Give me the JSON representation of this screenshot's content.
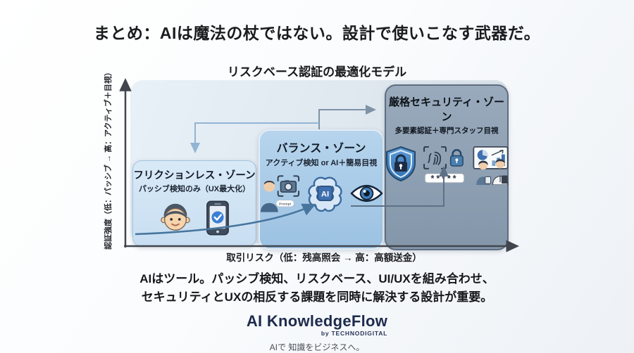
{
  "page": {
    "main_title": "まとめ：AIは魔法の杖ではない。設計で使いこなす武器だ。"
  },
  "chart": {
    "title": "リスクベース認証の最適化モデル",
    "y_axis_label": "認証強度（低：パッシブ → 高：アクティブ＋目視）",
    "x_axis_label": "取引リスク（低：残高照会 → 高：高額送金）",
    "zones": [
      {
        "title": "フリクションレス・ゾーン",
        "subtitle": "パッシブ検知のみ（UX最大化）",
        "icons": [
          "face-icon",
          "phone-check-icon"
        ]
      },
      {
        "title": "バランス・ゾーン",
        "subtitle": "アクティブ検知 or AI＋簡易目視",
        "icons": [
          "person-camera-icon",
          "ai-brain-icon",
          "eye-icon"
        ],
        "camera_label": "Prompt",
        "ai_chip": "AI"
      },
      {
        "title": "厳格セキュリティ・ゾーン",
        "subtitle": "多要素認証＋専門スタッフ目視",
        "icons": [
          "shield-lock-icon",
          "fingerprint-auth-icon",
          "staff-review-icon"
        ],
        "password_mask": "*****"
      }
    ],
    "colors": {
      "zone1_fill": "#cfe3f3",
      "zone2_fill": "#a9cbe6",
      "zone3_fill": "#8e9fb1",
      "axis": "#41464e",
      "curve_arrow": "#47759e",
      "brand_navy": "#1d2b4d"
    }
  },
  "summary": {
    "line1": "AIはツール。パッシブ検知、リスクベース、UI/UXを組み合わせ、",
    "line2": "セキュリティとUXの相反する課題を同時に解決する設計が重要。"
  },
  "footer": {
    "brand": "AI KnowledgeFlow",
    "byline": "by TECHNODIGITAL",
    "tagline": "AIで 知識をビジネスへ。"
  }
}
